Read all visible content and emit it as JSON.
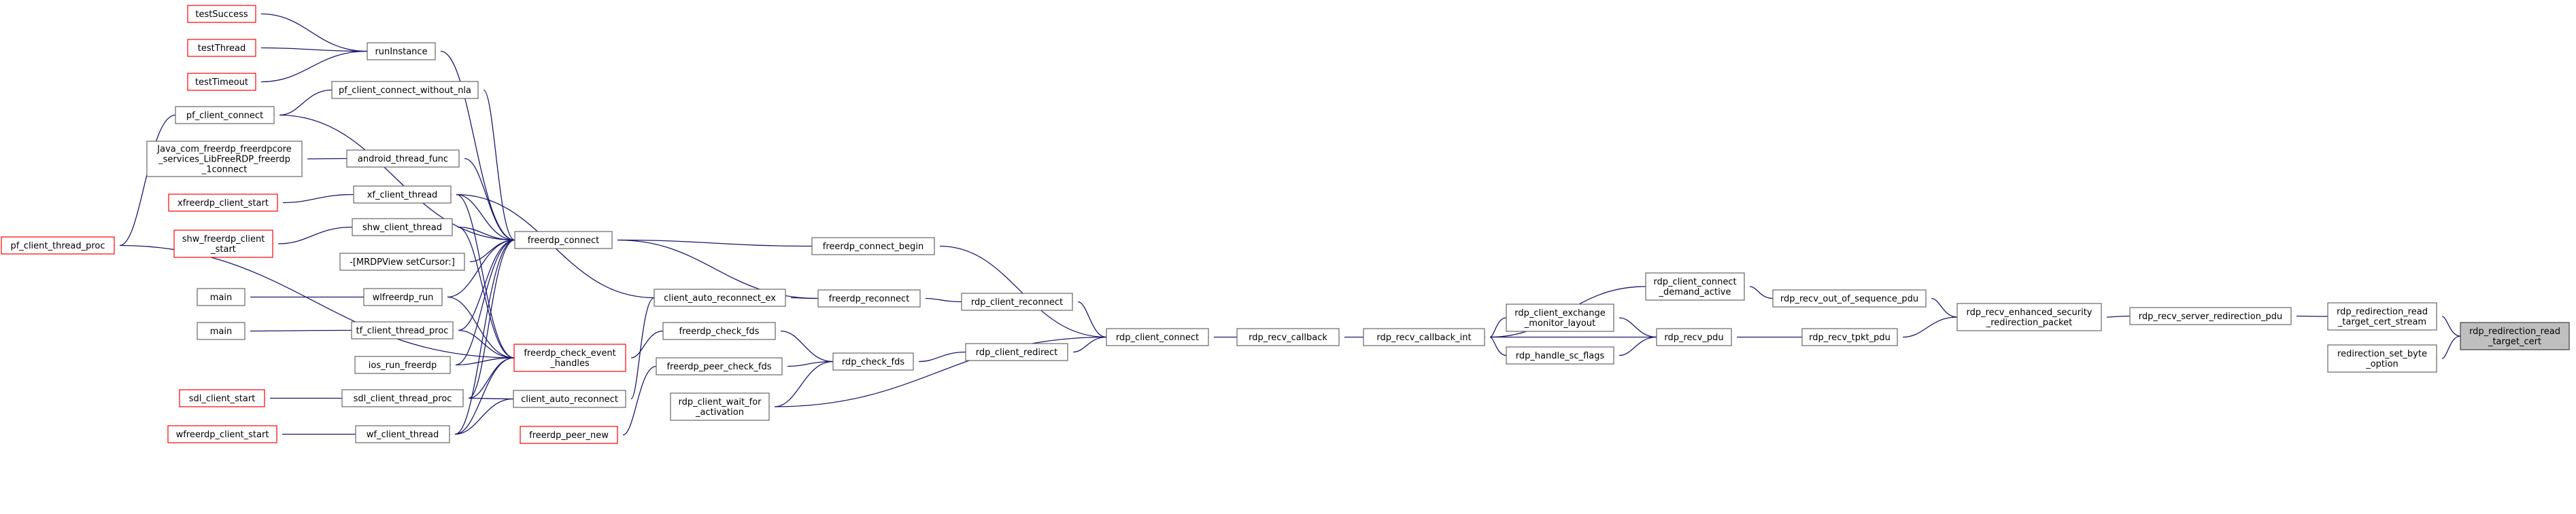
{
  "graph": {
    "nodes": [
      {
        "id": "testSuccess",
        "lines": [
          "testSuccess"
        ],
        "red": true
      },
      {
        "id": "testThread",
        "lines": [
          "testThread"
        ],
        "red": true
      },
      {
        "id": "testTimeout",
        "lines": [
          "testTimeout"
        ],
        "red": true
      },
      {
        "id": "runInstance",
        "lines": [
          "runInstance"
        ]
      },
      {
        "id": "pf_client_connect_without_nla",
        "lines": [
          "pf_client_connect_without_nla"
        ]
      },
      {
        "id": "pf_client_connect",
        "lines": [
          "pf_client_connect"
        ]
      },
      {
        "id": "java_connect",
        "lines": [
          "Java_com_freerdp_freerdpcore",
          "_services_LibFreeRDP_freerdp",
          "_1connect"
        ]
      },
      {
        "id": "android_thread_func",
        "lines": [
          "android_thread_func"
        ]
      },
      {
        "id": "xfreerdp_client_start",
        "lines": [
          "xfreerdp_client_start"
        ],
        "red": true
      },
      {
        "id": "xf_client_thread",
        "lines": [
          "xf_client_thread"
        ]
      },
      {
        "id": "shw_freerdp_client_start",
        "lines": [
          "shw_freerdp_client",
          "_start"
        ],
        "red": true
      },
      {
        "id": "shw_client_thread",
        "lines": [
          "shw_client_thread"
        ]
      },
      {
        "id": "mrdpview",
        "lines": [
          "-[MRDPView setCursor:]"
        ]
      },
      {
        "id": "main1",
        "lines": [
          "main"
        ]
      },
      {
        "id": "wlfreerdp_run",
        "lines": [
          "wlfreerdp_run"
        ]
      },
      {
        "id": "main2",
        "lines": [
          "main"
        ]
      },
      {
        "id": "tf_client_thread_proc",
        "lines": [
          "tf_client_thread_proc"
        ]
      },
      {
        "id": "pf_client_thread_proc",
        "lines": [
          "pf_client_thread_proc"
        ],
        "red": true
      },
      {
        "id": "ios_run_freerdp",
        "lines": [
          "ios_run_freerdp"
        ]
      },
      {
        "id": "sdl_client_start",
        "lines": [
          "sdl_client_start"
        ],
        "red": true
      },
      {
        "id": "sdl_client_thread_proc",
        "lines": [
          "sdl_client_thread_proc"
        ]
      },
      {
        "id": "wfreerdp_client_start",
        "lines": [
          "wfreerdp_client_start"
        ],
        "red": true
      },
      {
        "id": "wf_client_thread",
        "lines": [
          "wf_client_thread"
        ]
      },
      {
        "id": "freerdp_connect",
        "lines": [
          "freerdp_connect"
        ]
      },
      {
        "id": "freerdp_check_event_handles",
        "lines": [
          "freerdp_check_event",
          "_handles"
        ],
        "red": true
      },
      {
        "id": "client_auto_reconnect_ex",
        "lines": [
          "client_auto_reconnect_ex"
        ]
      },
      {
        "id": "client_auto_reconnect",
        "lines": [
          "client_auto_reconnect"
        ]
      },
      {
        "id": "freerdp_check_fds",
        "lines": [
          "freerdp_check_fds"
        ]
      },
      {
        "id": "freerdp_peer_check_fds",
        "lines": [
          "freerdp_peer_check_fds"
        ]
      },
      {
        "id": "freerdp_peer_new",
        "lines": [
          "freerdp_peer_new"
        ],
        "red": true
      },
      {
        "id": "freerdp_connect_begin",
        "lines": [
          "freerdp_connect_begin"
        ]
      },
      {
        "id": "freerdp_reconnect",
        "lines": [
          "freerdp_reconnect"
        ]
      },
      {
        "id": "rdp_check_fds",
        "lines": [
          "rdp_check_fds"
        ]
      },
      {
        "id": "rdp_client_wait_for_activation",
        "lines": [
          "rdp_client_wait_for",
          "_activation"
        ]
      },
      {
        "id": "rdp_client_reconnect",
        "lines": [
          "rdp_client_reconnect"
        ]
      },
      {
        "id": "rdp_client_redirect",
        "lines": [
          "rdp_client_redirect"
        ]
      },
      {
        "id": "rdp_client_connect",
        "lines": [
          "rdp_client_connect"
        ]
      },
      {
        "id": "rdp_recv_callback",
        "lines": [
          "rdp_recv_callback"
        ]
      },
      {
        "id": "rdp_recv_callback_int",
        "lines": [
          "rdp_recv_callback_int"
        ]
      },
      {
        "id": "rdp_client_connect_demand_active",
        "lines": [
          "rdp_client_connect",
          "_demand_active"
        ]
      },
      {
        "id": "rdp_client_exchange_monitor_layout",
        "lines": [
          "rdp_client_exchange",
          "_monitor_layout"
        ]
      },
      {
        "id": "rdp_handle_sc_flags",
        "lines": [
          "rdp_handle_sc_flags"
        ]
      },
      {
        "id": "rdp_recv_pdu",
        "lines": [
          "rdp_recv_pdu"
        ]
      },
      {
        "id": "rdp_recv_out_of_sequence_pdu",
        "lines": [
          "rdp_recv_out_of_sequence_pdu"
        ]
      },
      {
        "id": "rdp_recv_tpkt_pdu",
        "lines": [
          "rdp_recv_tpkt_pdu"
        ]
      },
      {
        "id": "rdp_recv_enhanced_security_redirection_packet",
        "lines": [
          "rdp_recv_enhanced_security",
          "_redirection_packet"
        ]
      },
      {
        "id": "rdp_recv_server_redirection_pdu",
        "lines": [
          "rdp_recv_server_redirection_pdu"
        ]
      },
      {
        "id": "rdp_redirection_read_target_cert_stream",
        "lines": [
          "rdp_redirection_read",
          "_target_cert_stream"
        ]
      },
      {
        "id": "redirection_set_byte_option",
        "lines": [
          "redirection_set_byte",
          "_option"
        ]
      },
      {
        "id": "rdp_redirection_read_target_cert",
        "lines": [
          "rdp_redirection_read",
          "_target_cert"
        ],
        "focus": true
      }
    ],
    "edges": [
      [
        "runInstance",
        "testSuccess"
      ],
      [
        "runInstance",
        "testThread"
      ],
      [
        "runInstance",
        "testTimeout"
      ],
      [
        "pf_client_connect_without_nla",
        "pf_client_connect"
      ],
      [
        "pf_client_connect",
        "pf_client_thread_proc"
      ],
      [
        "android_thread_func",
        "java_connect"
      ],
      [
        "xf_client_thread",
        "xfreerdp_client_start"
      ],
      [
        "shw_client_thread",
        "shw_freerdp_client_start"
      ],
      [
        "wlfreerdp_run",
        "main1"
      ],
      [
        "tf_client_thread_proc",
        "main2"
      ],
      [
        "sdl_client_thread_proc",
        "sdl_client_start"
      ],
      [
        "wf_client_thread",
        "wfreerdp_client_start"
      ],
      [
        "freerdp_connect",
        "runInstance"
      ],
      [
        "freerdp_connect",
        "pf_client_connect_without_nla"
      ],
      [
        "freerdp_connect",
        "pf_client_connect"
      ],
      [
        "freerdp_connect",
        "android_thread_func"
      ],
      [
        "freerdp_connect",
        "xf_client_thread"
      ],
      [
        "freerdp_connect",
        "shw_client_thread"
      ],
      [
        "freerdp_connect",
        "mrdpview"
      ],
      [
        "freerdp_connect",
        "wlfreerdp_run"
      ],
      [
        "freerdp_connect",
        "tf_client_thread_proc"
      ],
      [
        "freerdp_connect",
        "ios_run_freerdp"
      ],
      [
        "freerdp_connect",
        "sdl_client_thread_proc"
      ],
      [
        "freerdp_connect",
        "wf_client_thread"
      ],
      [
        "freerdp_check_event_handles",
        "xf_client_thread"
      ],
      [
        "freerdp_check_event_handles",
        "shw_client_thread"
      ],
      [
        "freerdp_check_event_handles",
        "wlfreerdp_run"
      ],
      [
        "freerdp_check_event_handles",
        "tf_client_thread_proc"
      ],
      [
        "freerdp_check_event_handles",
        "pf_client_thread_proc"
      ],
      [
        "freerdp_check_event_handles",
        "ios_run_freerdp"
      ],
      [
        "freerdp_check_event_handles",
        "sdl_client_thread_proc"
      ],
      [
        "freerdp_check_event_handles",
        "wf_client_thread"
      ],
      [
        "client_auto_reconnect_ex",
        "xf_client_thread"
      ],
      [
        "client_auto_reconnect_ex",
        "client_auto_reconnect"
      ],
      [
        "client_auto_reconnect",
        "sdl_client_thread_proc"
      ],
      [
        "client_auto_reconnect",
        "wf_client_thread"
      ],
      [
        "freerdp_check_fds",
        "freerdp_check_event_handles"
      ],
      [
        "freerdp_peer_check_fds",
        "freerdp_peer_new"
      ],
      [
        "freerdp_connect_begin",
        "freerdp_connect"
      ],
      [
        "freerdp_reconnect",
        "freerdp_connect"
      ],
      [
        "freerdp_reconnect",
        "client_auto_reconnect_ex"
      ],
      [
        "rdp_check_fds",
        "freerdp_check_fds"
      ],
      [
        "rdp_check_fds",
        "freerdp_peer_check_fds"
      ],
      [
        "rdp_check_fds",
        "rdp_client_wait_for_activation"
      ],
      [
        "rdp_client_reconnect",
        "freerdp_reconnect"
      ],
      [
        "rdp_client_redirect",
        "rdp_check_fds"
      ],
      [
        "rdp_client_connect",
        "freerdp_connect_begin"
      ],
      [
        "rdp_client_connect",
        "rdp_client_reconnect"
      ],
      [
        "rdp_client_connect",
        "rdp_client_redirect"
      ],
      [
        "rdp_client_connect",
        "rdp_client_wait_for_activation"
      ],
      [
        "rdp_recv_callback",
        "rdp_client_connect"
      ],
      [
        "rdp_recv_callback_int",
        "rdp_recv_callback"
      ],
      [
        "rdp_client_connect_demand_active",
        "rdp_recv_callback_int"
      ],
      [
        "rdp_client_exchange_monitor_layout",
        "rdp_recv_callback_int"
      ],
      [
        "rdp_handle_sc_flags",
        "rdp_recv_callback_int"
      ],
      [
        "rdp_recv_pdu",
        "rdp_client_exchange_monitor_layout"
      ],
      [
        "rdp_recv_pdu",
        "rdp_handle_sc_flags"
      ],
      [
        "rdp_recv_pdu",
        "rdp_recv_callback_int"
      ],
      [
        "rdp_recv_out_of_sequence_pdu",
        "rdp_client_connect_demand_active"
      ],
      [
        "rdp_recv_tpkt_pdu",
        "rdp_recv_pdu"
      ],
      [
        "rdp_recv_enhanced_security_redirection_packet",
        "rdp_recv_out_of_sequence_pdu"
      ],
      [
        "rdp_recv_enhanced_security_redirection_packet",
        "rdp_recv_tpkt_pdu"
      ],
      [
        "rdp_recv_server_redirection_pdu",
        "rdp_recv_enhanced_security_redirection_packet"
      ],
      [
        "rdp_redirection_read_target_cert_stream",
        "rdp_recv_server_redirection_pdu"
      ],
      [
        "rdp_redirection_read_target_cert",
        "rdp_redirection_read_target_cert_stream"
      ],
      [
        "rdp_redirection_read_target_cert",
        "redirection_set_byte_option"
      ]
    ]
  }
}
